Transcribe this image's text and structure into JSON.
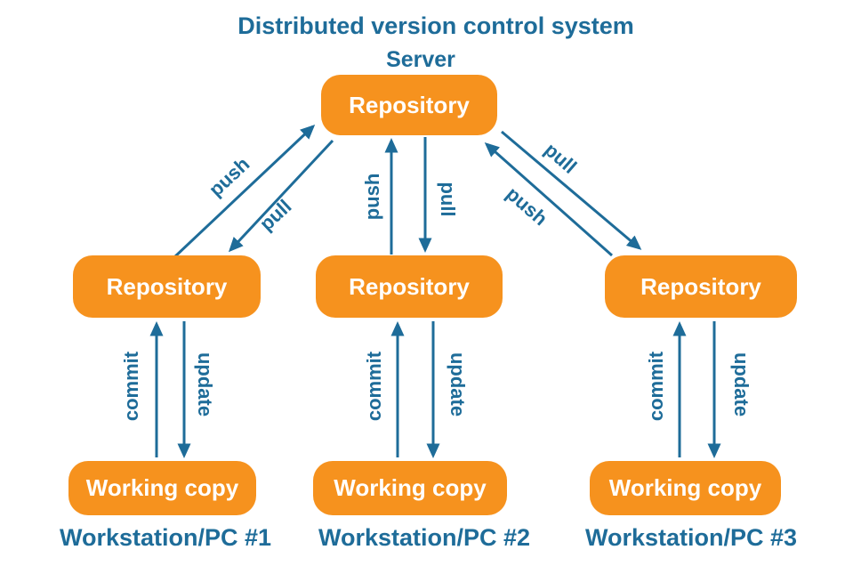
{
  "diagram": {
    "title": "Distributed version control system",
    "server": {
      "caption": "Server",
      "box_label": "Repository"
    },
    "server_links": {
      "left": {
        "push": "push",
        "pull": "pull"
      },
      "middle": {
        "push": "push",
        "pull": "pull"
      },
      "right": {
        "pull": "pull",
        "push": "push"
      }
    },
    "workstations": [
      {
        "repo_label": "Repository",
        "commit": "commit",
        "update": "update",
        "working_copy_label": "Working copy",
        "caption": "Workstation/PC #1"
      },
      {
        "repo_label": "Repository",
        "commit": "commit",
        "update": "update",
        "working_copy_label": "Working copy",
        "caption": "Workstation/PC #2"
      },
      {
        "repo_label": "Repository",
        "commit": "commit",
        "update": "update",
        "working_copy_label": "Working copy",
        "caption": "Workstation/PC #3"
      }
    ],
    "colors": {
      "box_fill": "#F6921E",
      "text_on_box": "#FFFFFF",
      "accent_blue": "#1E6C99",
      "background": "#FFFFFF"
    }
  }
}
